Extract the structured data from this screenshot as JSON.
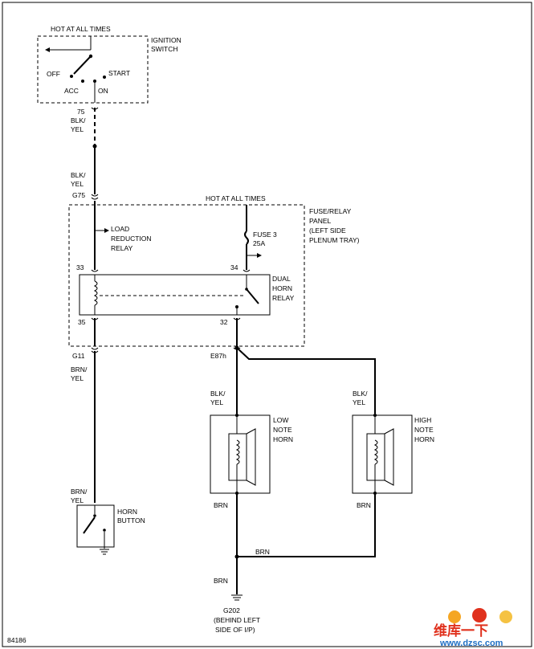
{
  "labels": {
    "hot_top": "HOT AT ALL TIMES",
    "ignition_1": "IGNITION",
    "ignition_2": "SWITCH",
    "off": "OFF",
    "acc": "ACC",
    "on": "ON",
    "start": "START",
    "w75": "75",
    "blk_yel_1a": "BLK/",
    "blk_yel_1b": "YEL",
    "blk_yel_2a": "BLK/",
    "blk_yel_2b": "YEL",
    "g75": "G75",
    "hot_mid": "HOT AT ALL TIMES",
    "fuse_panel_1": "FUSE/RELAY",
    "fuse_panel_2": "PANEL",
    "fuse_panel_3": "(LEFT SIDE",
    "fuse_panel_4": "PLENUM TRAY)",
    "load_1": "LOAD",
    "load_2": "REDUCTION",
    "load_3": "RELAY",
    "fuse3_1": "FUSE 3",
    "fuse3_2": "25A",
    "s33": "33",
    "s34": "34",
    "s35": "35",
    "s32": "32",
    "dual_1": "DUAL",
    "dual_2": "HORN",
    "dual_3": "RELAY",
    "g11": "G11",
    "brn_yel_1a": "BRN/",
    "brn_yel_1b": "YEL",
    "e87": "E87h",
    "blk_yel_3a": "BLK/",
    "blk_yel_3b": "YEL",
    "blk_yel_4a": "BLK/",
    "blk_yel_4b": "YEL",
    "low_1": "LOW",
    "low_2": "NOTE",
    "low_3": "HORN",
    "high_1": "HIGH",
    "high_2": "NOTE",
    "high_3": "HORN",
    "brn_low": "BRN",
    "brn_high": "BRN",
    "brn_yel_2a": "BRN/",
    "brn_yel_2b": "YEL",
    "horn_btn_1": "HORN",
    "horn_btn_2": "BUTTON",
    "brn_mid": "BRN",
    "brn_bottom": "BRN",
    "g202": "G202",
    "g202_loc_1": "(BEHIND LEFT",
    "g202_loc_2": "SIDE OF I/P)",
    "diagram_id": "84186"
  },
  "watermark": {
    "text_cn": "维库一下",
    "url": "www.dzsc.com"
  },
  "colors": {
    "ink": "#000000",
    "watermark_red": "#e0311d",
    "watermark_blue": "#1f6fc4"
  }
}
